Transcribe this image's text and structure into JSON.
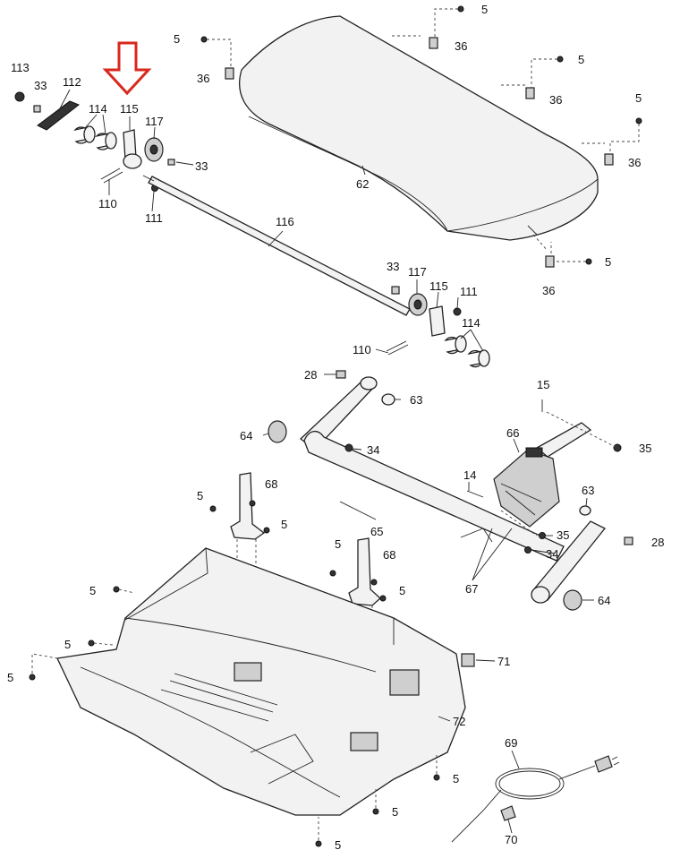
{
  "diagram": {
    "labels": {
      "l113": "113",
      "l33a": "33",
      "l112": "112",
      "l114a": "114",
      "l115a": "115",
      "l117a": "117",
      "l33b": "33",
      "l110a": "110",
      "l111a": "111",
      "l5a": "5",
      "l36a": "36",
      "l5b": "5",
      "l36b": "36",
      "l5c": "5",
      "l36c": "36",
      "l5d": "5",
      "l36d": "36",
      "l36e": "36",
      "l62": "62",
      "l5e": "5",
      "l36f": "36",
      "l116": "116",
      "l33c": "33",
      "l117b": "117",
      "l115b": "115",
      "l111b": "111",
      "l114b": "114",
      "l110b": "110",
      "l28a": "28",
      "l63a": "63",
      "l15": "15",
      "l64a": "64",
      "l34a": "34",
      "l66": "66",
      "l35a": "35",
      "l14": "14",
      "l63b": "63",
      "l68a": "68",
      "l5f": "5",
      "l5g": "5",
      "l65": "65",
      "l35b": "35",
      "l28b": "28",
      "l34b": "34",
      "l67": "67",
      "l64b": "64",
      "l5h": "5",
      "l68b": "68",
      "l5i": "5",
      "l5j": "5",
      "l5k": "5",
      "l5l": "5",
      "l71": "71",
      "l72": "72",
      "l69": "69",
      "l5m": "5",
      "l5n": "5",
      "l5o": "5",
      "l70": "70"
    },
    "highlight_color": "#d9281e"
  }
}
